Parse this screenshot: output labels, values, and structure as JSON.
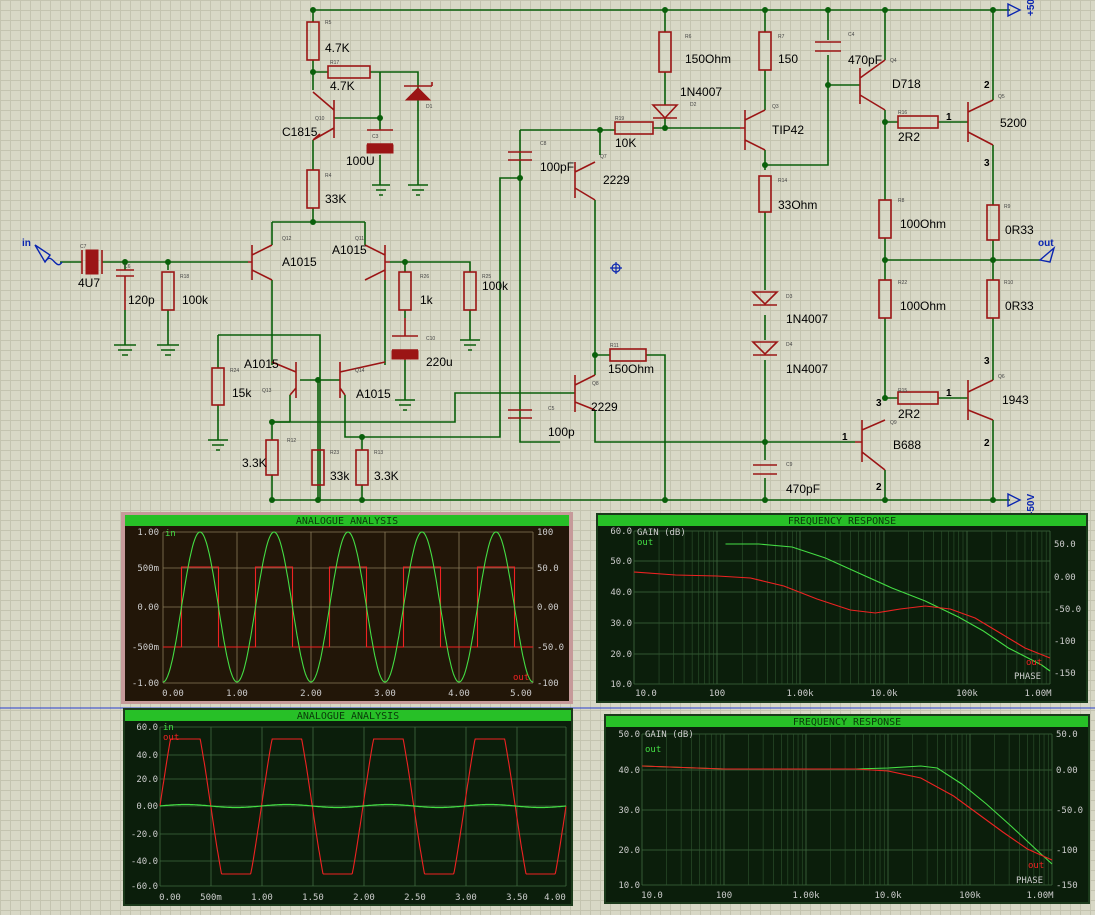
{
  "schematic": {
    "nets": {
      "in": "in",
      "out": "out",
      "vpos": "+50",
      "vneg": "-50V"
    },
    "components": [
      {
        "id": "R5",
        "value": "4.7K"
      },
      {
        "id": "R17",
        "value": "4.7K"
      },
      {
        "id": "Q10",
        "value": "C1815"
      },
      {
        "id": "C3",
        "value": "100U"
      },
      {
        "id": "D1",
        "value": ""
      },
      {
        "id": "R4",
        "value": "33K"
      },
      {
        "id": "C7",
        "value": "4U7"
      },
      {
        "id": "C6",
        "value": "120p"
      },
      {
        "id": "R18",
        "value": "100k"
      },
      {
        "id": "Q12",
        "value": "A1015"
      },
      {
        "id": "Q11",
        "value": "A1015"
      },
      {
        "id": "R26",
        "value": "1k"
      },
      {
        "id": "R25",
        "value": "100k"
      },
      {
        "id": "C10",
        "value": "220u"
      },
      {
        "id": "R24",
        "value": "15k"
      },
      {
        "id": "Q13",
        "value": "A1015"
      },
      {
        "id": "Q14",
        "value": "A1015"
      },
      {
        "id": "R12",
        "value": "3.3K"
      },
      {
        "id": "R23",
        "value": "33k"
      },
      {
        "id": "R13",
        "value": "3.3K"
      },
      {
        "id": "C8",
        "value": "100pF"
      },
      {
        "id": "Q7",
        "value": "2229"
      },
      {
        "id": "R11",
        "value": "150Ohm"
      },
      {
        "id": "Q8",
        "value": "2229"
      },
      {
        "id": "C5",
        "value": "100p"
      },
      {
        "id": "R6",
        "value": "150Ohm"
      },
      {
        "id": "D2",
        "value": "1N4007"
      },
      {
        "id": "R19",
        "value": "10K"
      },
      {
        "id": "R7",
        "value": "150"
      },
      {
        "id": "Q3",
        "value": "TIP42"
      },
      {
        "id": "R14",
        "value": "33Ohm"
      },
      {
        "id": "D3",
        "value": "1N4007"
      },
      {
        "id": "D4",
        "value": "1N4007"
      },
      {
        "id": "C9",
        "value": "470pF"
      },
      {
        "id": "C4",
        "value": "470pF"
      },
      {
        "id": "Q4",
        "value": "D718"
      },
      {
        "id": "R16",
        "value": "2R2"
      },
      {
        "id": "Q5",
        "value": "5200"
      },
      {
        "id": "R8",
        "value": "100Ohm"
      },
      {
        "id": "R9",
        "value": "0R33"
      },
      {
        "id": "R22",
        "value": "100Ohm"
      },
      {
        "id": "R10",
        "value": "0R33"
      },
      {
        "id": "R15",
        "value": "2R2"
      },
      {
        "id": "Q6",
        "value": "1943"
      },
      {
        "id": "Q9",
        "value": "B688"
      }
    ],
    "pins": [
      "1",
      "2",
      "3",
      "1",
      "2",
      "3",
      "1",
      "2",
      "3",
      "1",
      "2",
      "3"
    ]
  },
  "graphs": [
    {
      "id": "analogue-1",
      "title": "ANALOGUE ANALYSIS",
      "border_color": "#e07a7a",
      "left_label": "in",
      "right_label": "out",
      "y_left_ticks": [
        "1.00",
        "500m",
        "0.00",
        "-500m",
        "-1.00"
      ],
      "y_right_ticks": [
        "100",
        "50.0",
        "0.00",
        "-50.0",
        "-100"
      ],
      "x_ticks": [
        "0.00",
        "1.00",
        "2.00",
        "3.00",
        "4.00",
        "5.00"
      ]
    },
    {
      "id": "analogue-2",
      "title": "ANALOGUE ANALYSIS",
      "border_color": "#55bb55",
      "left_label": "in",
      "left_label2": "out",
      "y_left_ticks": [
        "60.0",
        "40.0",
        "20.0",
        "0.00",
        "-20.0",
        "-40.0",
        "-60.0"
      ],
      "x_ticks": [
        "0.00",
        "500m",
        "1.00",
        "1.50",
        "2.00",
        "2.50",
        "3.00",
        "3.50",
        "4.00"
      ]
    },
    {
      "id": "freq-1",
      "title": "FREQUENCY RESPONSE",
      "left_label": "GAIN (dB)",
      "left_label2": "out",
      "right_label": "out",
      "right_label2": "PHASE",
      "y_left_ticks": [
        "60.0",
        "50.0",
        "40.0",
        "30.0",
        "20.0",
        "10.0"
      ],
      "y_right_ticks": [
        "50.0",
        "0.00",
        "-50.0",
        "-100",
        "-150"
      ],
      "x_ticks": [
        "10.0",
        "100",
        "1.00k",
        "10.0k",
        "100k",
        "1.00M"
      ]
    },
    {
      "id": "freq-2",
      "title": "FREQUENCY RESPONSE",
      "left_label": "GAIN (dB)",
      "left_label2": "out",
      "right_label": "out",
      "right_label2": "PHASE",
      "y_left_ticks": [
        "50.0",
        "40.0",
        "30.0",
        "20.0",
        "10.0"
      ],
      "y_right_ticks": [
        "50.0",
        "0.00",
        "-50.0",
        "-100",
        "-150"
      ],
      "x_ticks": [
        "10.0",
        "100",
        "1.00k",
        "10.0k",
        "100k",
        "1.00M"
      ]
    }
  ],
  "colors": {
    "trace_in": "#44dd44",
    "trace_out": "#ee2222",
    "graph_bg": "#0b1e0b",
    "graph_bg_analog1": "#221608"
  }
}
